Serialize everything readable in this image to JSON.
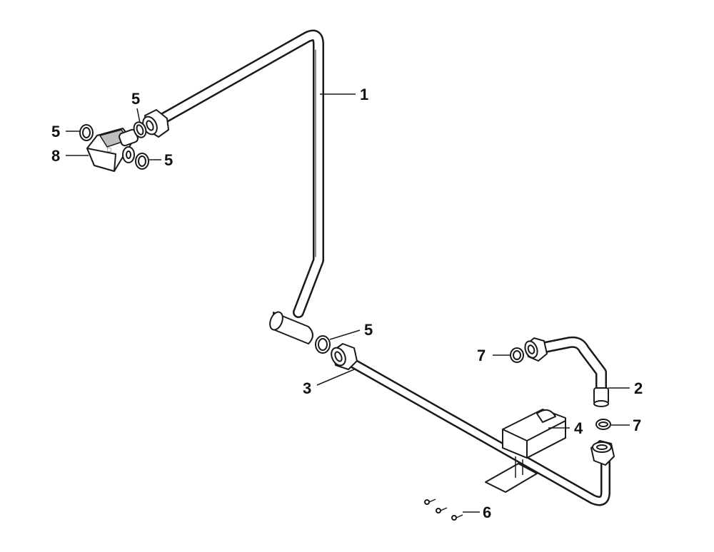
{
  "diagram": {
    "callouts": [
      {
        "id": "c1",
        "text": "1"
      },
      {
        "id": "c2",
        "text": "2"
      },
      {
        "id": "c3",
        "text": "3"
      },
      {
        "id": "c4",
        "text": "4"
      },
      {
        "id": "c5a",
        "text": "5"
      },
      {
        "id": "c5b",
        "text": "5"
      },
      {
        "id": "c5c",
        "text": "5"
      },
      {
        "id": "c5d",
        "text": "5"
      },
      {
        "id": "c6",
        "text": "6"
      },
      {
        "id": "c7a",
        "text": "7"
      },
      {
        "id": "c7b",
        "text": "7"
      },
      {
        "id": "c8",
        "text": "8"
      }
    ]
  }
}
